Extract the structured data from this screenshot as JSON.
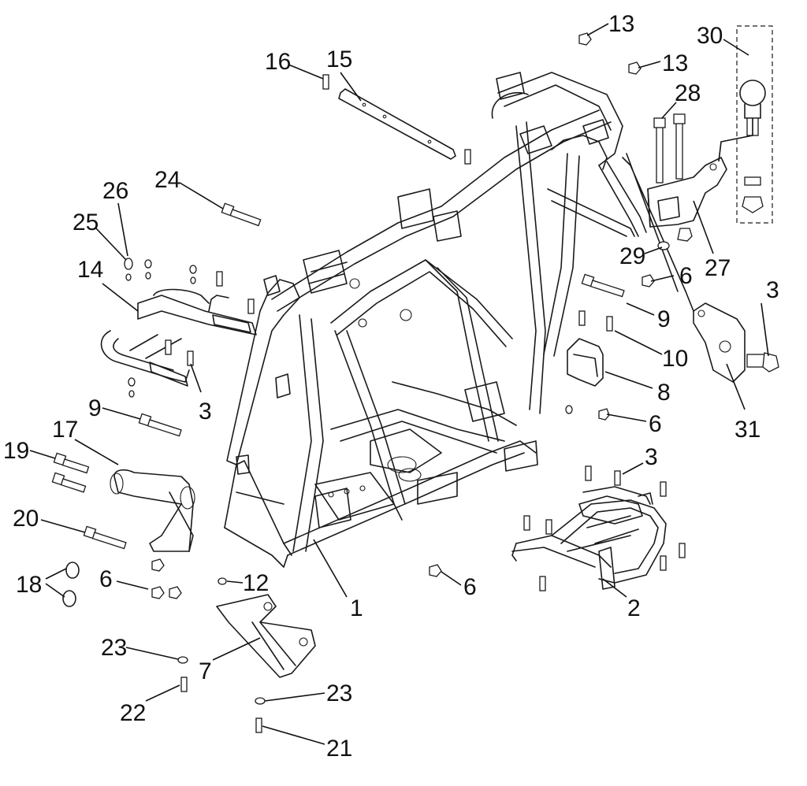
{
  "diagram": {
    "type": "exploded-parts-diagram",
    "callouts": [
      {
        "id": "c1",
        "label": "1"
      },
      {
        "id": "c2",
        "label": "2"
      },
      {
        "id": "c3a",
        "label": "3"
      },
      {
        "id": "c3b",
        "label": "3"
      },
      {
        "id": "c3c",
        "label": "3"
      },
      {
        "id": "c6a",
        "label": "6"
      },
      {
        "id": "c6b",
        "label": "6"
      },
      {
        "id": "c6c",
        "label": "6"
      },
      {
        "id": "c6d",
        "label": "6"
      },
      {
        "id": "c7",
        "label": "7"
      },
      {
        "id": "c8",
        "label": "8"
      },
      {
        "id": "c9a",
        "label": "9"
      },
      {
        "id": "c9b",
        "label": "9"
      },
      {
        "id": "c10",
        "label": "10"
      },
      {
        "id": "c12",
        "label": "12"
      },
      {
        "id": "c13a",
        "label": "13"
      },
      {
        "id": "c13b",
        "label": "13"
      },
      {
        "id": "c14",
        "label": "14"
      },
      {
        "id": "c15",
        "label": "15"
      },
      {
        "id": "c16",
        "label": "16"
      },
      {
        "id": "c17",
        "label": "17"
      },
      {
        "id": "c18",
        "label": "18"
      },
      {
        "id": "c19",
        "label": "19"
      },
      {
        "id": "c20",
        "label": "20"
      },
      {
        "id": "c21",
        "label": "21"
      },
      {
        "id": "c22",
        "label": "22"
      },
      {
        "id": "c23a",
        "label": "23"
      },
      {
        "id": "c23b",
        "label": "23"
      },
      {
        "id": "c24",
        "label": "24"
      },
      {
        "id": "c25",
        "label": "25"
      },
      {
        "id": "c26",
        "label": "26"
      },
      {
        "id": "c27",
        "label": "27"
      },
      {
        "id": "c28",
        "label": "28"
      },
      {
        "id": "c29",
        "label": "29"
      },
      {
        "id": "c30",
        "label": "30"
      },
      {
        "id": "c31",
        "label": "31"
      }
    ]
  }
}
